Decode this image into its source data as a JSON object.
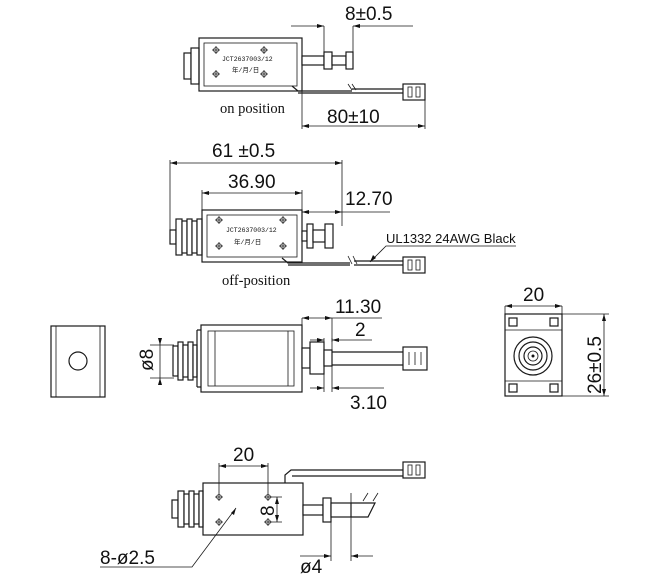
{
  "views": {
    "on": {
      "caption": "on position",
      "stroke_dim": "8±0.5",
      "lead_dim": "80±10",
      "part_no": "JCT2637003/12",
      "date_mark": "年/月/日"
    },
    "off": {
      "caption": "off-position",
      "overall_dim": "61 ±0.5",
      "body_dim": "36.90",
      "plunger_dim": "12.70",
      "wire_spec": "UL1332 24AWG Black",
      "part_no": "JCT2637003/12",
      "date_mark": "年/月/日"
    },
    "side": {
      "dia_dim": "ø8",
      "dim_1130": "11.30",
      "dim_2": "2",
      "dim_310": "3.10"
    },
    "end": {
      "width_dim": "20",
      "height_dim": "26±0.5"
    },
    "bottom": {
      "length_dim": "20",
      "hole_spacing": "8",
      "hole_dim": "8-ø2.5",
      "shaft_dim": "ø4"
    }
  },
  "colors": {
    "ink": "#1a1a1a",
    "background": "#ffffff",
    "fill": "#d9d9d9"
  }
}
